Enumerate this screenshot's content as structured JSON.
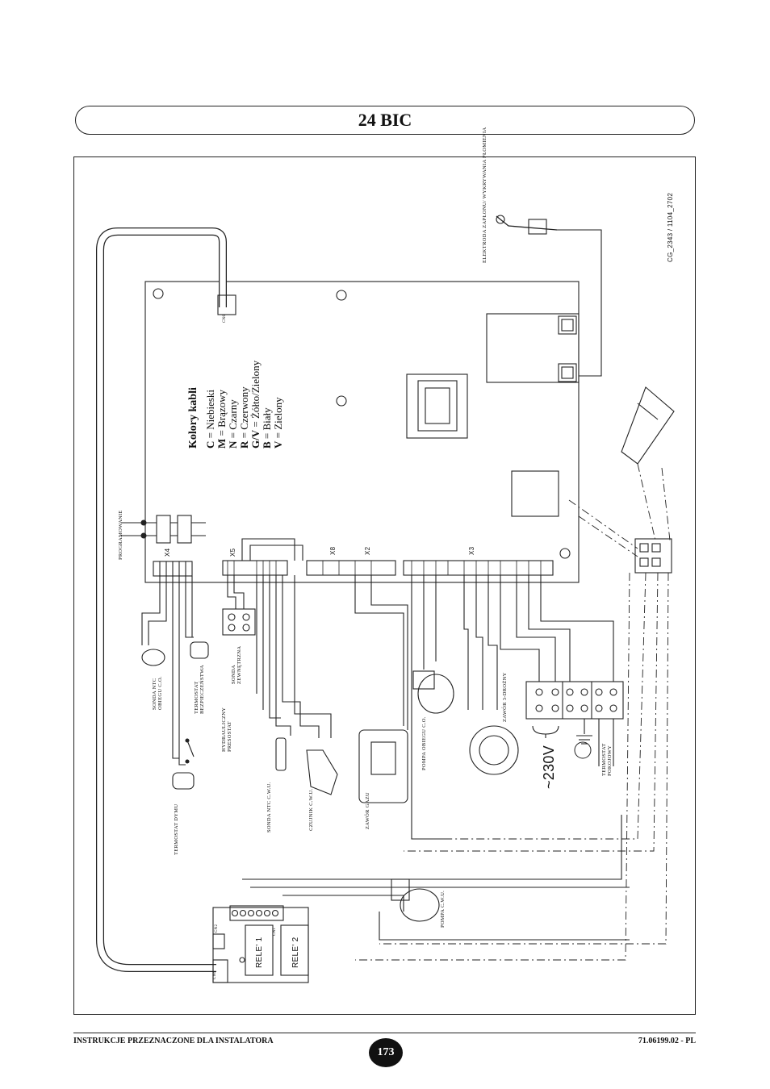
{
  "header": {
    "title": "24 BIC"
  },
  "legend": {
    "title": "Kolory kabli",
    "items": [
      {
        "code": "C",
        "text": " = Niebieski"
      },
      {
        "code": "M",
        "text": " = Brązowy"
      },
      {
        "code": "N",
        "text": " = Czarny"
      },
      {
        "code": "R",
        "text": " = Czerwony"
      },
      {
        "code": "G/V",
        "text": " = Żółto/Zielony"
      },
      {
        "code": "B",
        "text": " = Biały"
      },
      {
        "code": "V",
        "text": " = Zielony"
      }
    ]
  },
  "components": {
    "elektroda": "ELEKTRODA ZAPŁONU/ WYKRYWANIA PŁOMIENIA",
    "ref_code": "CG_2343 / 1104_2702",
    "programowanie": "PROGRAMOWANIE",
    "sonda_ntc_co": "SONDA NTC OBIEGU C.O.",
    "termostat_bezp": "TERMOSTAT BEZPIECZEŃSTWA",
    "sonda_zewn": "SONDA ZEWNĘTRZNA",
    "presostat": "HYDRAULICZNY PRESOSTAT",
    "sonda_ntc_cwu": "SONDA NTC C.W.U.",
    "czujnik_cwu": "CZUJNIK C.W.U.",
    "zawor_gazu": "ZAWÓR GAZU",
    "pompa_co": "POMPA OBIEGU C.O.",
    "zawor_3": "ZAWÓR 3-DROŻNY",
    "termostat_pokoj": "TERMOSTAT POKOJOWY",
    "termostat_dymu": "TERMOSTAT DYMU",
    "pompa_cwu": "POMPA C.W.U.",
    "rele1": "RELE' 1",
    "rele2": "RELE' 2",
    "voltage": "~230V",
    "connectors": {
      "x4": "X4",
      "x5": "X5",
      "x8": "X8",
      "x2": "X2",
      "x3": "X3",
      "cn6": "CN6",
      "cn6b": "CN6",
      "cn1": "CN1",
      "cn2": "CN2"
    }
  },
  "footer": {
    "left": "INSTRUKCJE PRZEZNACZONE DLA INSTALATORA",
    "page": "173",
    "right": "71.06199.02 - PL"
  }
}
